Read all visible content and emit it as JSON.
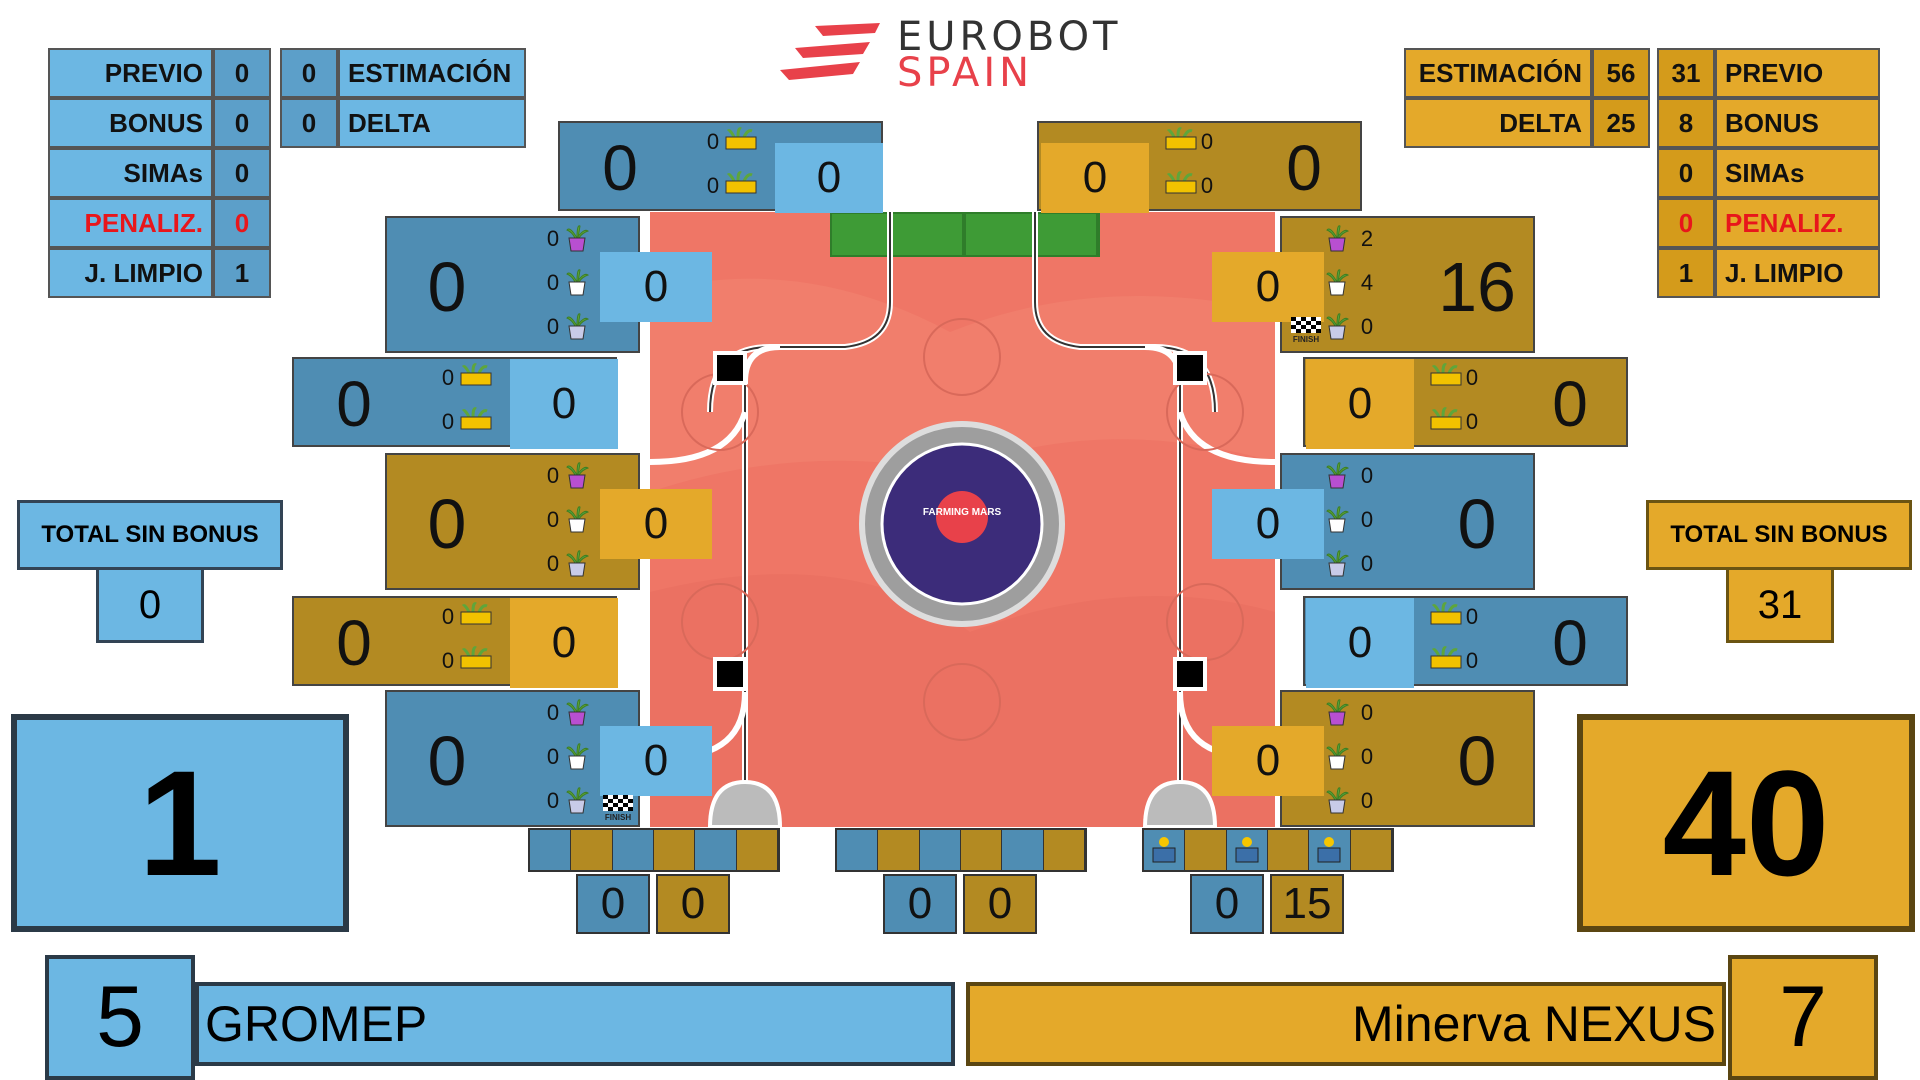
{
  "brand": {
    "line1": "EUROBOT",
    "line2": "SPAIN"
  },
  "blue": {
    "color": "#6cb7e3",
    "stats_left": [
      {
        "label": "PREVIO",
        "value": "0",
        "penalty": false
      },
      {
        "label": "BONUS",
        "value": "0",
        "penalty": false
      },
      {
        "label": "SIMAs",
        "value": "0",
        "penalty": false
      },
      {
        "label": "PENALIZ.",
        "value": "0",
        "penalty": true
      },
      {
        "label": "J. LIMPIO",
        "value": "1",
        "penalty": false
      }
    ],
    "stats_right": [
      {
        "label": "ESTIMACIÓN",
        "value": "0"
      },
      {
        "label": "DELTA",
        "value": "0"
      }
    ],
    "total_label": "TOTAL SIN BONUS",
    "total_value": "0",
    "score": "1",
    "team_number": "5",
    "team_name": "GROMEP"
  },
  "yellow": {
    "color": "#e4a92a",
    "stats_left": [
      {
        "label": "ESTIMACIÓN",
        "value": "56"
      },
      {
        "label": "DELTA",
        "value": "25"
      }
    ],
    "stats_right": [
      {
        "label": "PREVIO",
        "value": "31",
        "penalty": false
      },
      {
        "label": "BONUS",
        "value": "8",
        "penalty": false
      },
      {
        "label": "SIMAs",
        "value": "0",
        "penalty": false
      },
      {
        "label": "PENALIZ.",
        "value": "0",
        "penalty": true
      },
      {
        "label": "J. LIMPIO",
        "value": "1",
        "penalty": false
      }
    ],
    "total_label": "TOTAL SIN BONUS",
    "total_value": "31",
    "score": "40",
    "team_number": "7",
    "team_name": "Minerva NEXUS"
  },
  "zones_left": [
    {
      "big": "0",
      "counts": [
        "0",
        "0"
      ],
      "inner": "0"
    },
    {
      "big": "0",
      "counts": [
        "0",
        "0",
        "0"
      ],
      "inner": "0"
    },
    {
      "big": "0",
      "counts": [
        "0",
        "0"
      ],
      "inner": "0"
    },
    {
      "big": "0",
      "counts": [
        "0",
        "0",
        "0"
      ],
      "inner": "0"
    },
    {
      "big": "0",
      "counts": [
        "0",
        "0"
      ],
      "inner": "0"
    },
    {
      "big": "0",
      "counts": [
        "0",
        "0",
        "0"
      ],
      "inner": "0"
    }
  ],
  "zones_right": [
    {
      "big": "0",
      "counts": [
        "0",
        "0"
      ],
      "inner": "0"
    },
    {
      "big": "16",
      "counts": [
        "2",
        "4",
        "0"
      ],
      "inner": "0"
    },
    {
      "big": "0",
      "counts": [
        "0",
        "0"
      ],
      "inner": "0"
    },
    {
      "big": "0",
      "counts": [
        "0",
        "0",
        "0"
      ],
      "inner": "0"
    },
    {
      "big": "0",
      "counts": [
        "0",
        "0"
      ],
      "inner": "0"
    },
    {
      "big": "0",
      "counts": [
        "0",
        "0",
        "0"
      ],
      "inner": "0"
    }
  ],
  "solar_groups": [
    {
      "blue": "0",
      "yellow": "0"
    },
    {
      "blue": "0",
      "yellow": "0"
    },
    {
      "blue": "0",
      "yellow": "15"
    }
  ],
  "field": {
    "center_badge": "FARMING MARS",
    "finish_label": "FINISH"
  }
}
